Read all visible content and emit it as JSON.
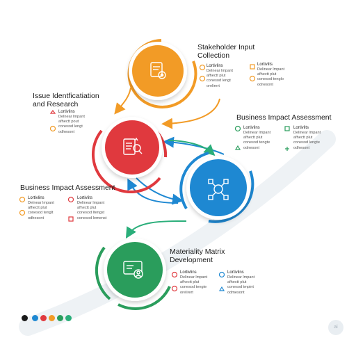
{
  "nodes": [
    {
      "id": "stakeholder",
      "title": [
        "Stakeholder Input",
        "Collection"
      ],
      "color": "#F29B26",
      "icon": "clipboard-gear-icon",
      "details": [
        {
          "heading": "Lortivlins",
          "lines": [
            "Delnear lmpant",
            "afhectt plut",
            "conesod lengt",
            "orelirert"
          ],
          "dot_color": "#F29B26"
        },
        {
          "heading": "Lortivlits",
          "lines": [
            "Delinear lmpant",
            "afhectt plut",
            "conesod tenglo",
            "odnesont"
          ],
          "dot_color": "#F29B26"
        }
      ]
    },
    {
      "id": "issue",
      "title": [
        "Issue Identficatiation",
        "and Research"
      ],
      "color": "#E0393E",
      "icon": "document-search-icon",
      "details": [
        {
          "heading": "Lortivlins",
          "lines": [
            "Delnear lmpant",
            "afhectt pout",
            "conesod lengt",
            "odhesont"
          ],
          "dot_color": "#E0393E"
        }
      ]
    },
    {
      "id": "business-1",
      "title": [
        "Business Impact Assessment"
      ],
      "color": "#1E88D2",
      "icon": "network-icon",
      "details": [
        {
          "heading": "Lortivlins",
          "lines": [
            "Delinear lmpant",
            "afhectt plut",
            "conesod tengte",
            "odnesont"
          ],
          "dot_color": "#2A9D5C"
        },
        {
          "heading": "Lortivlits",
          "lines": [
            "Delinear lmpant",
            "afhectt plut",
            "conesod lengte",
            "odhesont"
          ],
          "dot_color": "#2A9D5C"
        }
      ]
    },
    {
      "id": "business-2",
      "title": [
        "Business Impact Assessment"
      ],
      "color": "#E0393E",
      "icon": "none",
      "details": [
        {
          "heading": "Lortivlins",
          "lines": [
            "Delnear lmpant",
            "afhectt plut",
            "conesod tenglt",
            "odhesont"
          ],
          "dot_color": "#F29B26"
        },
        {
          "heading": "Lortivlits",
          "lines": [
            "Delinear lmpant",
            "afhectt plut",
            "conesod ltengst",
            "conesod lemenst"
          ],
          "dot_color": "#E0393E"
        }
      ]
    },
    {
      "id": "materiality",
      "title": [
        "Materiality Matrix",
        "Development"
      ],
      "color": "#2A9D5C",
      "icon": "dashboard-user-icon",
      "details": [
        {
          "heading": "Lortivlins",
          "lines": [
            "Delinear lmpant",
            "afhectt plut",
            "conesod tengte",
            "orelirert"
          ],
          "dot_color": "#E0393E"
        },
        {
          "heading": "Lortivlins",
          "lines": [
            "Delinear lmpant",
            "afhectt plut",
            "conesod tmpint",
            "odmesont"
          ],
          "dot_color": "#1E88D2"
        }
      ]
    }
  ],
  "legend_colors": [
    "#1a1a1a",
    "#1E88D2",
    "#E0393E",
    "#F29B26",
    "#2A9D5C",
    "#2AAE7A"
  ],
  "watermark": "ai"
}
